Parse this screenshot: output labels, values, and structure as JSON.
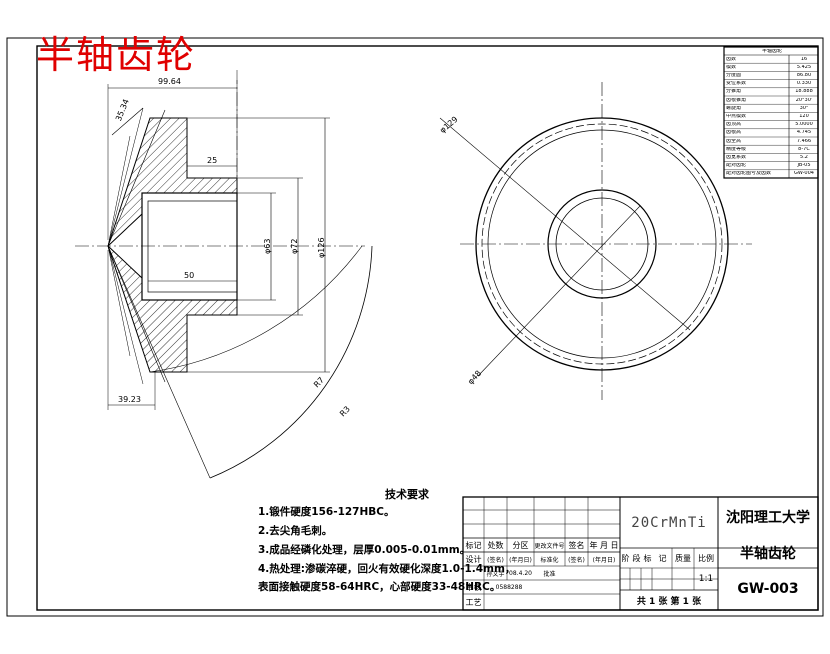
{
  "annotation_title": "半轴齿轮",
  "dimensions": {
    "d_99_64": "99.64",
    "d_35_34": "35.34",
    "d_25": "25",
    "d_50": "50",
    "d_63": "φ63",
    "d_72": "φ72",
    "d_126": "φ126",
    "d_39_23": "39.23",
    "d_circle_129": "φ129",
    "d_circle_48": "φ48",
    "d_arc_inner": "R7",
    "d_arc_outer": "R3"
  },
  "technical_requirements": {
    "title": "技术要求",
    "items": [
      "1.锻件硬度156-127HBC。",
      "2.去尖角毛刺。",
      "3.成品经磷化处理，层厚0.005-0.01mm。",
      "4.热处理:渗碳淬硬，回火有效硬化深度1.0-1.4mm，",
      "表面接触硬度58-64HRC，心部硬度33-48HRC。"
    ]
  },
  "title_block": {
    "material": "20CrMnTi",
    "school": "沈阳理工大学",
    "part_name": "半轴齿轮",
    "drawing_no": "GW-003",
    "scale": "1:1",
    "sheet_info": "共 1 张  第 1 张",
    "row_headers": [
      "标记",
      "处数",
      "分区",
      "更改文件号",
      "签名",
      "年 月 日"
    ],
    "row_design": [
      "设计",
      "(签名)",
      "(年月日)",
      "标准化",
      "(签名)",
      "(年月日)"
    ],
    "drafter": "孙文宇",
    "draft_date": "08.4.20",
    "review": "审核",
    "review_code": "0588288",
    "process": "工艺",
    "approve": "批准",
    "stage_labels": [
      "阶",
      "段",
      "标",
      "记"
    ],
    "weight_label": "质量",
    "scale_label": "比例"
  },
  "param_table": {
    "title": "半轴齿轮",
    "rows": [
      [
        "齿数",
        "16"
      ],
      [
        "模数",
        "5.425"
      ],
      [
        "分度圆",
        "86.80"
      ],
      [
        "变位系数",
        "0.330"
      ],
      [
        "分锥角",
        "18.888"
      ],
      [
        "齿根锥角",
        "20°30'"
      ],
      [
        "螺旋角",
        "30°"
      ],
      [
        "中点模数",
        "120"
      ],
      [
        "齿顶高",
        "5.0000"
      ],
      [
        "齿根高",
        "4.745"
      ],
      [
        "齿全高",
        "7.466"
      ],
      [
        "精度等级",
        "8-7C"
      ],
      [
        "齿宽系数",
        "5.2"
      ],
      [
        "配对齿轮",
        "JB-05"
      ],
      [
        "配对齿轮图号及齿数",
        "GW-004"
      ]
    ]
  }
}
